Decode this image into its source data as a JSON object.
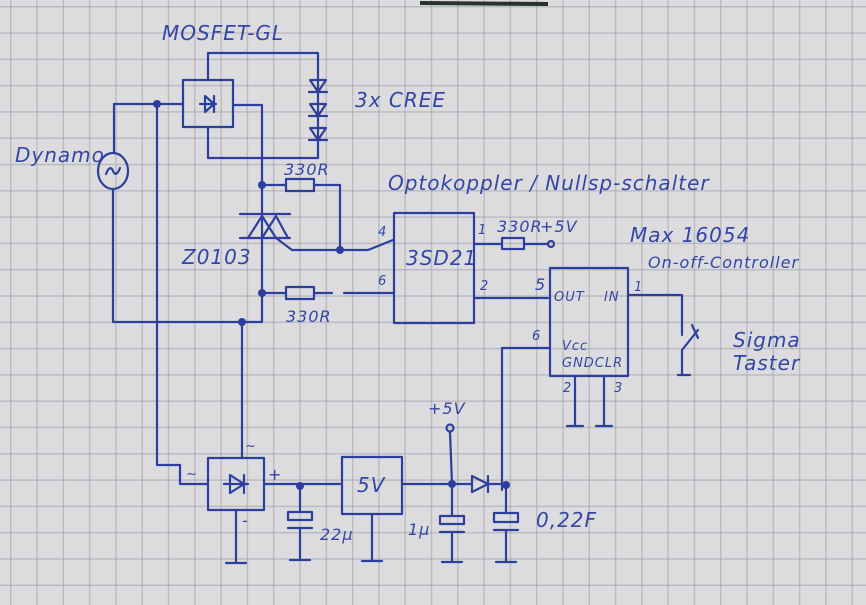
{
  "diagram": {
    "type": "hand-drawn circuit schematic",
    "ink_color": "#2c3f9e",
    "paper_color": "#dcdcde",
    "labels": {
      "mosfet": "MOSFET-GL",
      "leds": "3x CREE",
      "dynamo": "Dynamo",
      "dynamo_symbol": "~",
      "resistor_top": "330R",
      "triac": "Z0103",
      "resistor_bottom": "330R",
      "optocoupler_title": "Optokoppler / Nullsp-schalter",
      "optocoupler_part": "3SD21",
      "opto_pin1": "1",
      "opto_pin2": "2",
      "opto_pin4": "4",
      "opto_pin6": "6",
      "opto_resistor": "330R",
      "opto_supply": "+5V",
      "max_title": "Max 16054",
      "max_subtitle": "On-off-Controller",
      "max_out": "OUT",
      "max_in": "IN",
      "max_vcc": "Vcc",
      "max_gndclr": "GNDCLR",
      "max_pin1": "1",
      "max_pin2": "2",
      "max_pin3": "3",
      "max_pin5": "5",
      "max_pin6": "6",
      "switch_label_1": "Sigma",
      "switch_label_2": "Taster",
      "rectifier_ac_left": "~",
      "rectifier_ac_top": "~",
      "rectifier_plus": "+",
      "rectifier_minus": "-",
      "cap1": "22µ",
      "regulator": "5V",
      "supply_5v": "+5V",
      "cap2": "1µ",
      "cap3": "0,22F"
    }
  }
}
